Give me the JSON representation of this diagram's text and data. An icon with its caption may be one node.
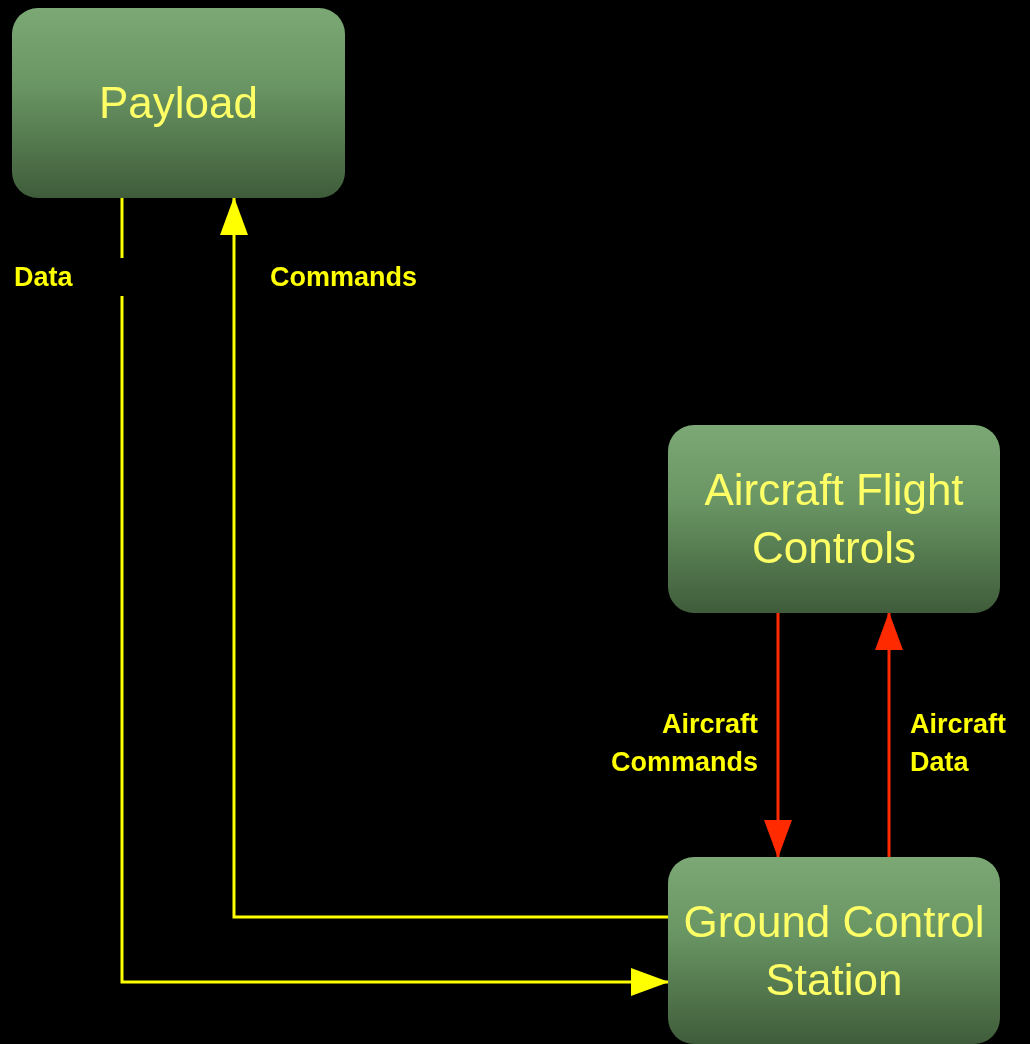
{
  "diagram": {
    "nodes": [
      {
        "text": [
          "Payload"
        ]
      },
      {
        "text": [
          "Aircraft Flight Controls"
        ]
      },
      {
        "text": [
          "Ground Control Station"
        ]
      }
    ],
    "edges": [
      {
        "from": 0,
        "to": 2,
        "arrow": "to",
        "label": "Data",
        "color": "#ffff00"
      },
      {
        "from": 2,
        "to": 0,
        "arrow": "to",
        "label": "Commands",
        "color": "#ffff00"
      },
      {
        "from": 1,
        "to": 2,
        "arrow": "to",
        "label": "Aircraft Commands",
        "color": "#ff2a00"
      },
      {
        "from": 2,
        "to": 1,
        "arrow": "to",
        "label": "Aircraft Data",
        "color": "#ff2a00"
      }
    ]
  }
}
